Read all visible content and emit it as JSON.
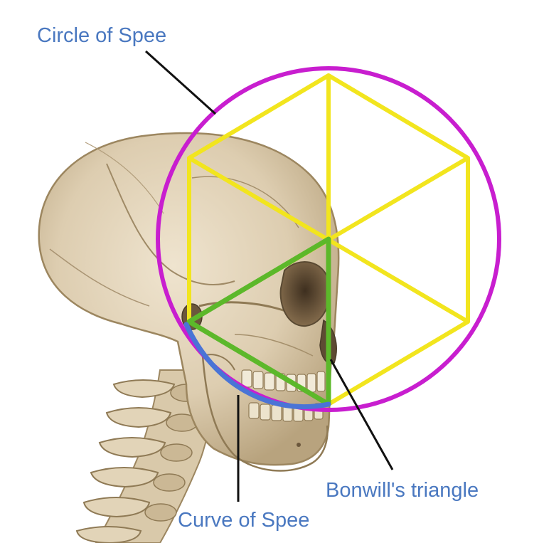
{
  "labels": {
    "circle_of_spee": "Circle of Spee",
    "bonwills_triangle": "Bonwill's triangle",
    "curve_of_spee": "Curve of Spee"
  },
  "colors": {
    "label_text": "#4a78c0",
    "circle": "#c81ecf",
    "hexagon": "#f2e51e",
    "triangle": "#5cb82a",
    "curve": "#4a74d6",
    "leader_lines": "#111111",
    "bone": "#e4d6bd",
    "bone_shadow": "#bba882"
  },
  "figure": {
    "subject": "skull-lateral-view-illustration"
  }
}
